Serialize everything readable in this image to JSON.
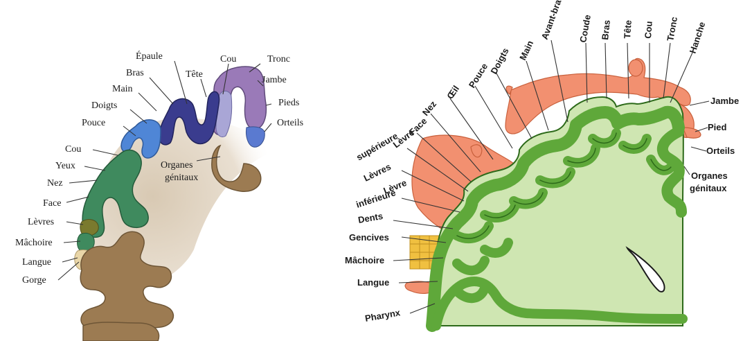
{
  "colors": {
    "tan": "#9c7b52",
    "tan_light": "#e4d8c6",
    "purple": "#9a7ab8",
    "lavender": "#a9a6d6",
    "navy": "#3a3c8e",
    "blue": "#4f86d6",
    "green_dark": "#3f8a5e",
    "olive": "#7a7a2e",
    "cream": "#e9d6a8",
    "cortex_green": "#5fa83a",
    "cortex_green_dark": "#2d6a1a",
    "cortex_fill": "#cfe6b2",
    "homunculus": "#f29070",
    "teeth": "#f0c040"
  },
  "left_panel": {
    "labels": [
      "Épaule",
      "Cou",
      "Tronc",
      "Bras",
      "Tête",
      "Jambe",
      "Main",
      "Pieds",
      "Doigts",
      "Orteils",
      "Pouce",
      "Organes",
      "génitaux",
      "Cou",
      "Yeux",
      "Nez",
      "Face",
      "Lèvres",
      "Mâchoire",
      "Langue",
      "Gorge"
    ]
  },
  "right_panel": {
    "labels": [
      "Avant-bras",
      "Coude",
      "Bras",
      "Tête",
      "Cou",
      "Tronc",
      "Hanche",
      "Main",
      "Doigts",
      "Pouce",
      "Œil",
      "Nez",
      "Face",
      "Lèvre",
      "supérieure",
      "Lèvres",
      "Lèvre",
      "inférieure",
      "Dents",
      "Gencives",
      "Mâchoire",
      "Langue",
      "Pharynx",
      "Jambe",
      "Pied",
      "Orteils",
      "Organes",
      "génitaux"
    ]
  }
}
